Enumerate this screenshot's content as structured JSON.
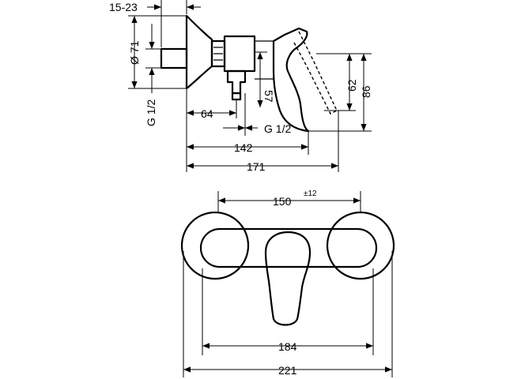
{
  "side_view": {
    "dim_wall_depth": "15-23",
    "dim_escutcheon_dia": "Ø 71",
    "dim_inlet_thread": "G 1/2",
    "dim_spout_offset": "64",
    "dim_outlet_thread": "G 1/2",
    "dim_lower_height": "57",
    "dim_lever_height": "62",
    "dim_total_height": "86",
    "dim_depth_142": "142",
    "dim_depth_171": "171"
  },
  "front_view": {
    "dim_centers": "150",
    "dim_centers_tolerance": "±12",
    "dim_width_184": "184",
    "dim_width_221": "221"
  }
}
